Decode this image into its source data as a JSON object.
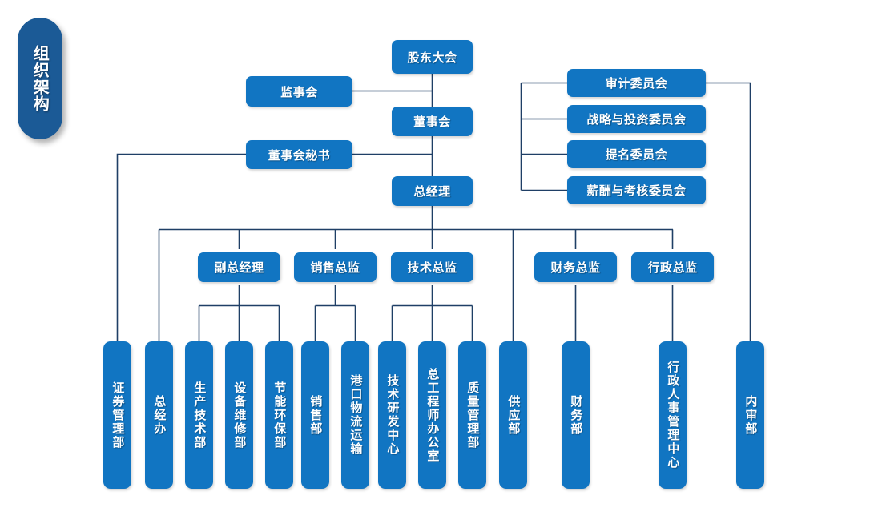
{
  "title": {
    "text": "组织架构"
  },
  "colors": {
    "node_blue": "#1175C2",
    "title_navy": "#1B5A96",
    "line_dark": "#1F3F66",
    "line_light": "#8C9BB0",
    "background": "#FFFFFF"
  },
  "nodes": {
    "shareholders_meeting": "股东大会",
    "supervisory_board": "监事会",
    "board_of_directors": "董事会",
    "board_secretary": "董事会秘书",
    "general_manager": "总经理"
  },
  "committees": [
    {
      "label": "审计委员会"
    },
    {
      "label": "战略与投资委员会"
    },
    {
      "label": "提名委员会"
    },
    {
      "label": "薪酬与考核委员会"
    }
  ],
  "directors": [
    {
      "label": "副总经理"
    },
    {
      "label": "销售总监"
    },
    {
      "label": "技术总监"
    },
    {
      "label": "财务总监"
    },
    {
      "label": "行政总监"
    }
  ],
  "departments": [
    {
      "label": "证券管理部"
    },
    {
      "label": "总经办"
    },
    {
      "label": "生产技术部"
    },
    {
      "label": "设备维修部"
    },
    {
      "label": "节能环保部"
    },
    {
      "label": "销售部"
    },
    {
      "label": "港口物流运输"
    },
    {
      "label": "技术研发中心"
    },
    {
      "label": "总工程师办公室"
    },
    {
      "label": "质量管理部"
    },
    {
      "label": "供应部"
    },
    {
      "label": "财务部"
    },
    {
      "label": "行政人事管理中心"
    },
    {
      "label": "内审部"
    }
  ]
}
